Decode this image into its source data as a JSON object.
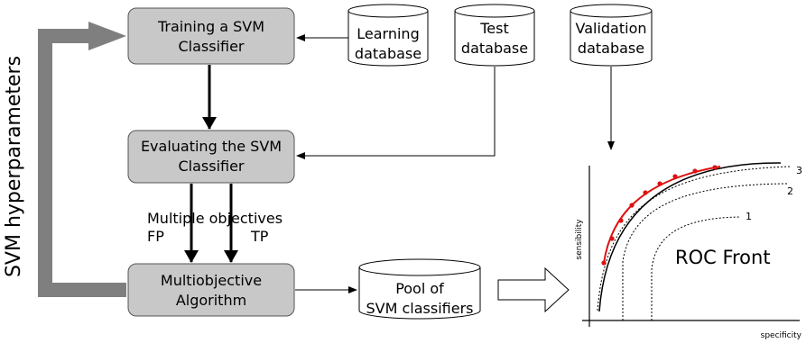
{
  "side_label": "SVM hyperparameters",
  "process_boxes": {
    "training": [
      "Training a SVM",
      "Classifier"
    ],
    "evaluating": [
      "Evaluating the SVM",
      "Classifier"
    ],
    "multiobjective": [
      "Multiobjective",
      "Algorithm"
    ]
  },
  "databases": {
    "learning": [
      "Learning",
      "database"
    ],
    "test": [
      "Test",
      "database"
    ],
    "validation": [
      "Validation",
      "database"
    ],
    "pool": [
      "Pool of",
      "SVM classifiers"
    ]
  },
  "objectives": {
    "title": "Multiple objectives",
    "fp": "FP",
    "tp": "TP"
  },
  "roc": {
    "title": "ROC Front",
    "y_axis": "sensibility",
    "x_axis": "specificity",
    "curve_labels": [
      "1",
      "2",
      "3"
    ]
  },
  "colors": {
    "box_fill": "#c8c8c8",
    "feedback_arrow": "#7f7f7f",
    "front": "#dd1111"
  }
}
